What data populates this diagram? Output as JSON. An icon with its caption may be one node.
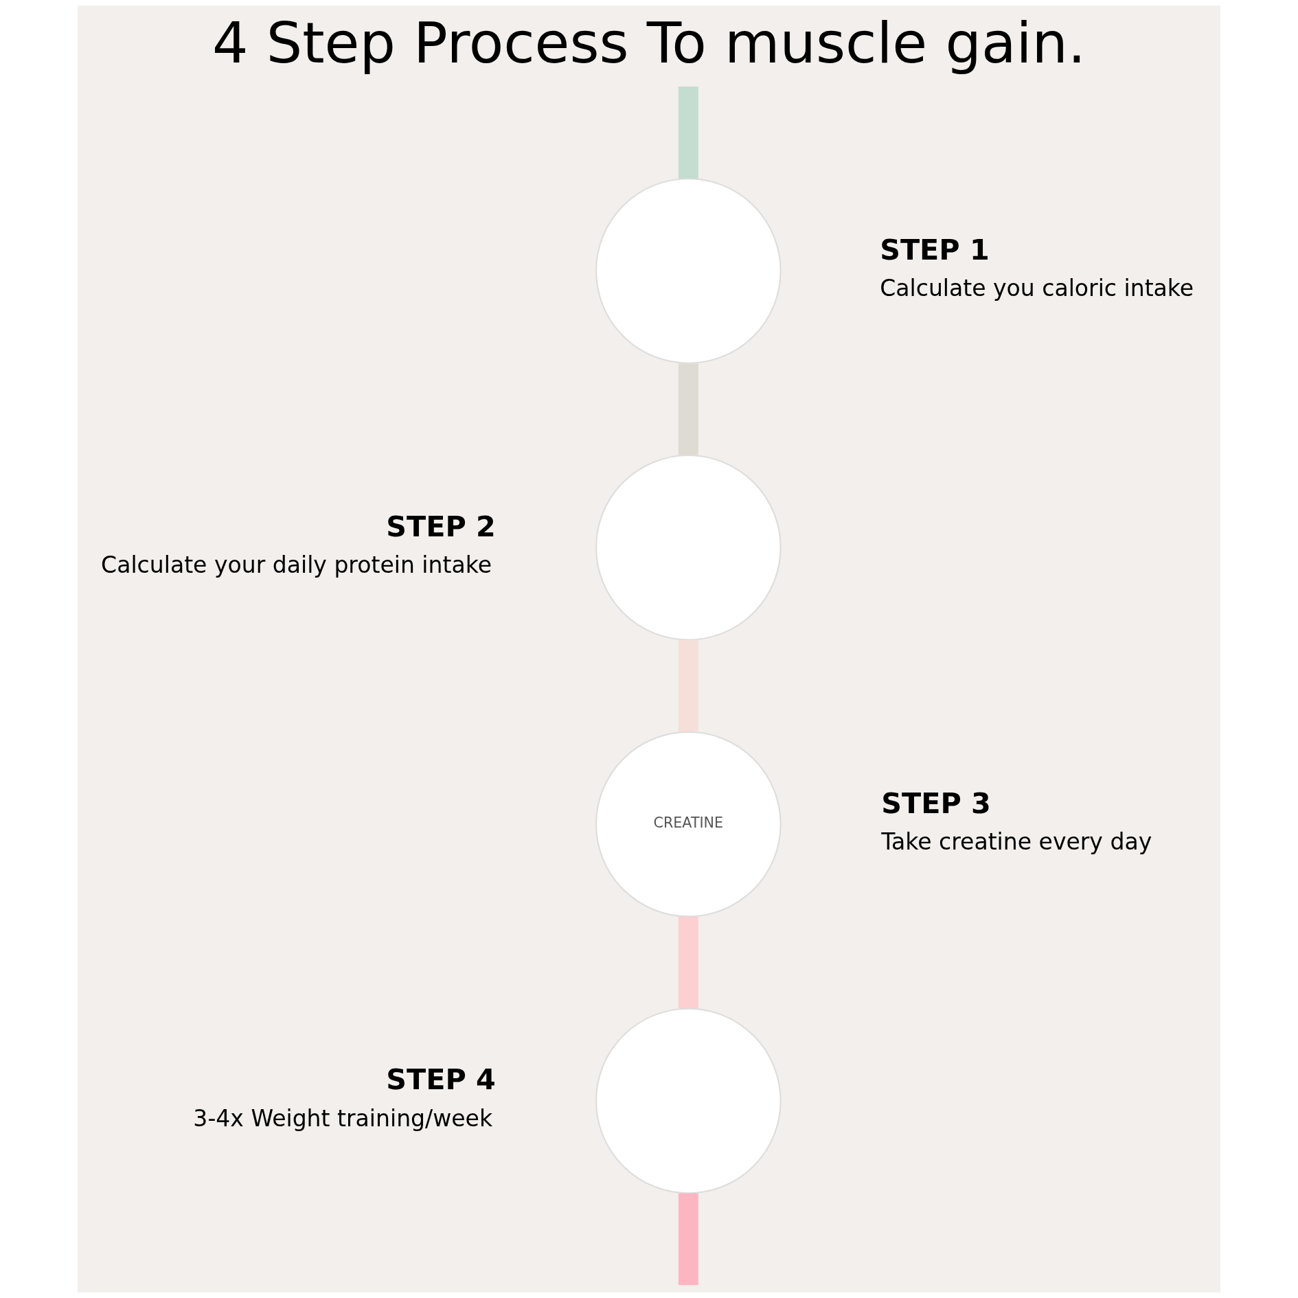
{
  "diagram": {
    "title": "4 Step Process To muscle gain.",
    "nodes": [
      {
        "text": [],
        "shape": "circle",
        "beside": [
          "STEP 1",
          "Calculate you caloric intake"
        ]
      },
      {
        "text": [],
        "shape": "circle",
        "beside": [
          "STEP 2",
          "Calculate your daily protein intake"
        ]
      },
      {
        "text": [
          "CREATINE"
        ],
        "beside": [
          "STEP 3",
          "Take creatine every day"
        ]
      },
      {
        "text": [],
        "shape": "circle",
        "beside": [
          "STEP 4",
          "3-4x Weight training/week"
        ]
      }
    ],
    "edges": [
      {
        "from": null,
        "to": 0,
        "arrow": "none",
        "color": "#c5ddd1"
      },
      {
        "from": 0,
        "to": 1,
        "arrow": "none",
        "color": "#dedcd2"
      },
      {
        "from": 1,
        "to": 2,
        "arrow": "none",
        "color": "#f6dfd8"
      },
      {
        "from": 2,
        "to": 3,
        "arrow": "none",
        "color": "#fccfd0"
      },
      {
        "from": 3,
        "to": null,
        "arrow": "none",
        "color": "#fdb5c2"
      }
    ]
  }
}
